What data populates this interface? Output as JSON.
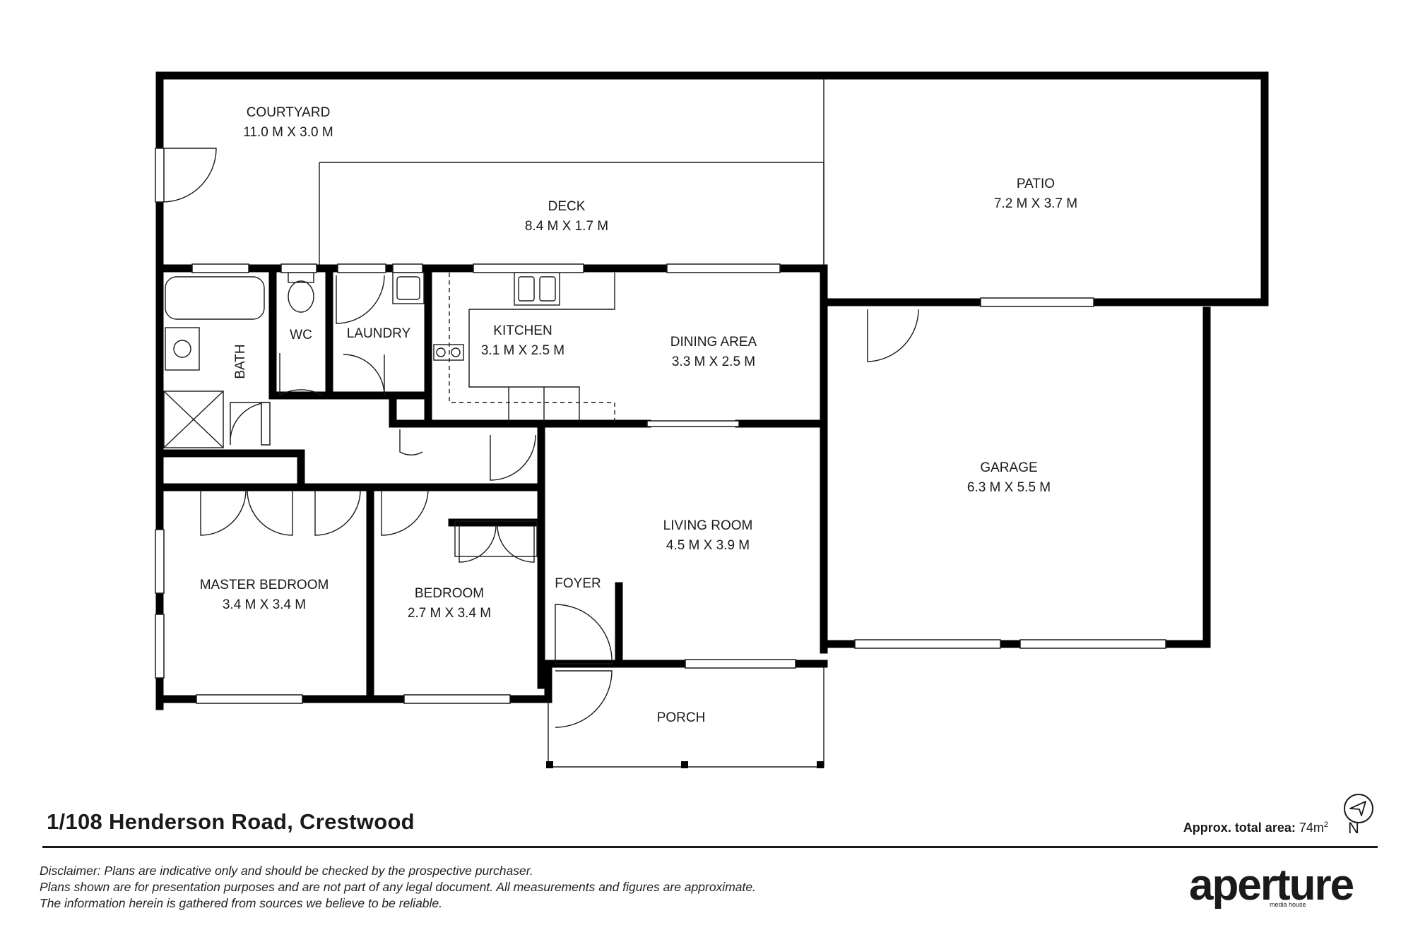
{
  "property": {
    "address": "1/108 Henderson Road, Crestwood",
    "area_label": "Approx. total area:",
    "area_value": "74m",
    "area_unit_sup": "2"
  },
  "rooms": {
    "courtyard": {
      "name": "COURTYARD",
      "size": "11.0 M X 3.0 M"
    },
    "deck": {
      "name": "DECK",
      "size": "8.4 M X 1.7 M"
    },
    "patio": {
      "name": "PATIO",
      "size": "7.2 M X 3.7 M"
    },
    "bath": {
      "name": "BATH"
    },
    "wc": {
      "name": "WC"
    },
    "laundry": {
      "name": "LAUNDRY"
    },
    "kitchen": {
      "name": "KITCHEN",
      "size": "3.1 M X 2.5 M"
    },
    "dining": {
      "name": "DINING AREA",
      "size": "3.3 M X 2.5 M"
    },
    "garage": {
      "name": "GARAGE",
      "size": "6.3 M X 5.5 M"
    },
    "living": {
      "name": "LIVING ROOM",
      "size": "4.5 M X 3.9 M"
    },
    "master": {
      "name": "MASTER BEDROOM",
      "size": "3.4 M X 3.4 M"
    },
    "bedroom": {
      "name": "BEDROOM",
      "size": "2.7 M X 3.4 M"
    },
    "foyer": {
      "name": "FOYER"
    },
    "porch": {
      "name": "PORCH"
    }
  },
  "compass": {
    "letter": "N"
  },
  "disclaimer": {
    "lead": "Disclaimer:",
    "line1": " Plans are indicative only and should be checked by the prospective purchaser.",
    "line2": "Plans shown are for presentation purposes and are not part of any legal document. All measurements and figures are approximate.",
    "line3": "The information herein is gathered from sources we believe to be reliable."
  },
  "logo": {
    "text": "aperture",
    "subtext": "media house"
  },
  "colors": {
    "wall": "#000000",
    "line": "#1a1a1a",
    "background": "#ffffff"
  }
}
